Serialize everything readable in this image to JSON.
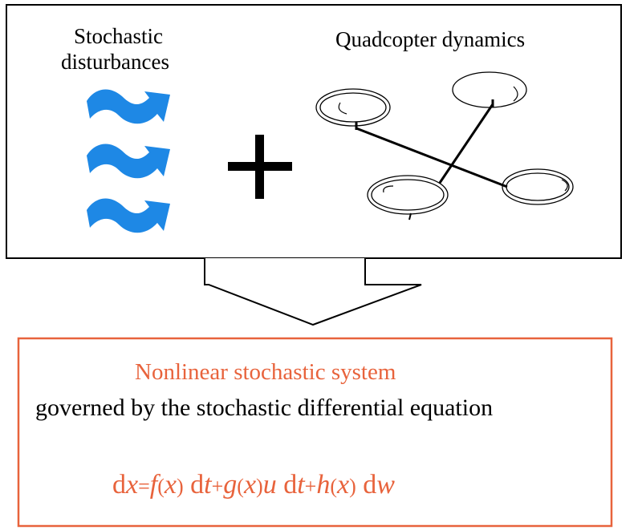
{
  "top_panel": {
    "stochastic_label_line1": "Stochastic",
    "stochastic_label_line2": "disturbances",
    "quadcopter_label": "Quadcopter dynamics",
    "plus_symbol": "+"
  },
  "bottom_panel": {
    "title": "Nonlinear stochastic system",
    "subtitle": "governed by the stochastic differential equation",
    "equation": {
      "d1": "d",
      "x1": "x",
      "eq": "=",
      "f": "f",
      "fp_open": "(",
      "fx": "x",
      "fp_close": ")",
      "d2": "d",
      "t1": "t",
      "plus1": "+",
      "g": "g",
      "gp_open": "(",
      "gx": "x",
      "gp_close": ")",
      "u": "u",
      "d3": "d",
      "t2": "t",
      "plus2": "+",
      "h": "h",
      "hp_open": "(",
      "hx": "x",
      "hp_close": ")",
      "d4": "d",
      "w": "w"
    }
  },
  "colors": {
    "accent": "#E8633C",
    "arrow_blue": "#1E88E5",
    "stroke": "#000000"
  },
  "icons": [
    "wave-arrow-icon",
    "plus-icon",
    "quadcopter-icon",
    "down-arrow-icon"
  ]
}
